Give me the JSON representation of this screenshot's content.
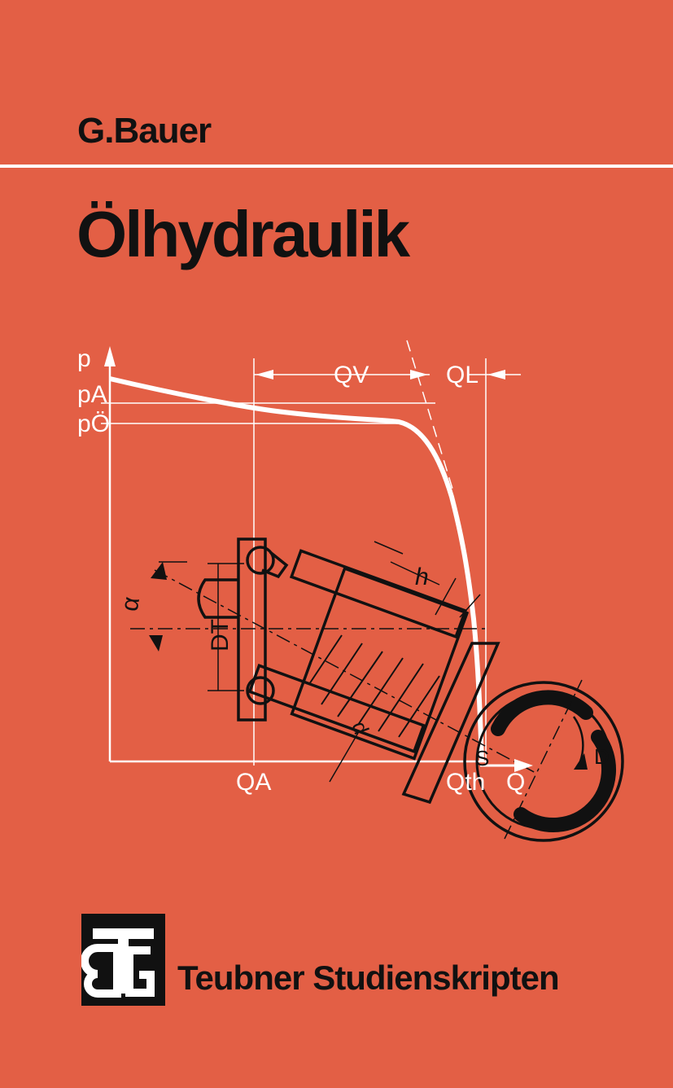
{
  "author": "G.Bauer",
  "title": "Ölhydraulik",
  "publisher": "Teubner Studienskripten",
  "diagram_labels": {
    "p": "p",
    "pA": "pA",
    "pO": "pÖ",
    "Qv": "QV",
    "QL": "QL",
    "QA": "QA",
    "Qth": "Qth",
    "h": "h",
    "DT": "DT",
    "d": "d",
    "alpha": "α",
    "S": "S",
    "Q": "Q",
    "D": "D"
  },
  "colors": {
    "background": "#e35f45",
    "ink": "#111111",
    "curve": "#ffffff"
  }
}
